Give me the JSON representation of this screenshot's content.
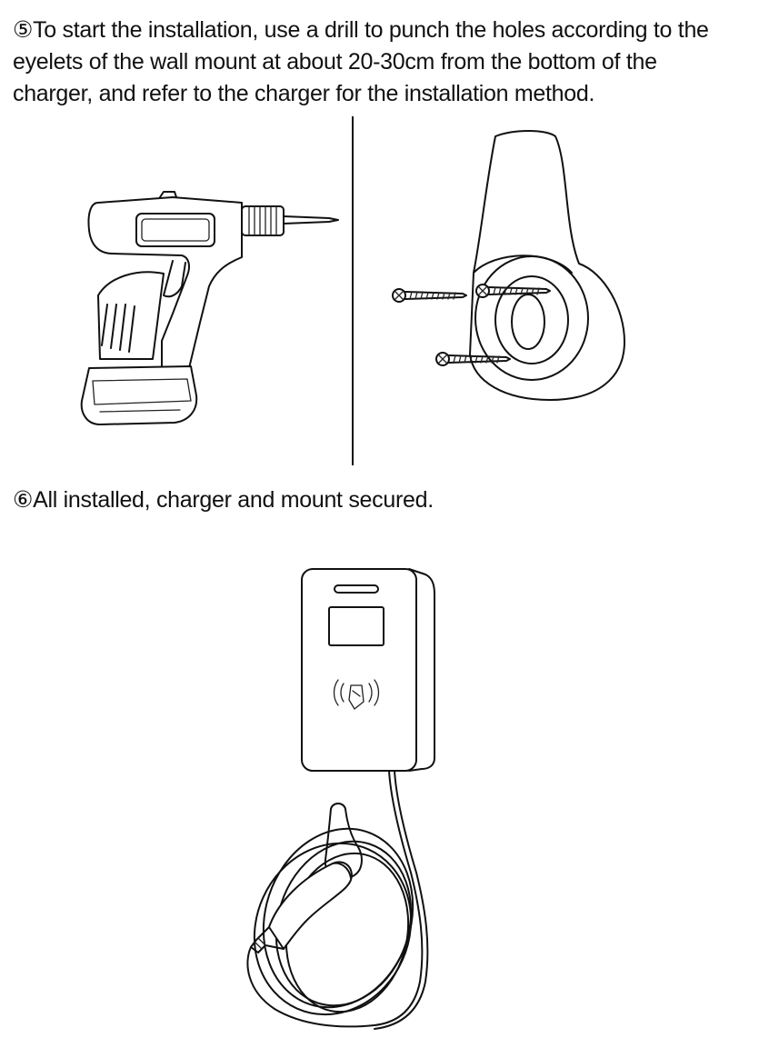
{
  "steps": [
    {
      "text": "⑤To start the installation, use a drill to punch the holes according to the eyelets of the wall mount at about 20-30cm from the bottom of the charger, and refer to the charger for the installation method."
    },
    {
      "text": "⑥All installed, charger and mount secured."
    }
  ],
  "icons": {
    "drill": "drill-illustration",
    "mount": "wall-mount-with-screws-illustration",
    "charger": "wallbox-charger-with-cable-illustration",
    "rfid": "rfid-contactless-icon"
  }
}
